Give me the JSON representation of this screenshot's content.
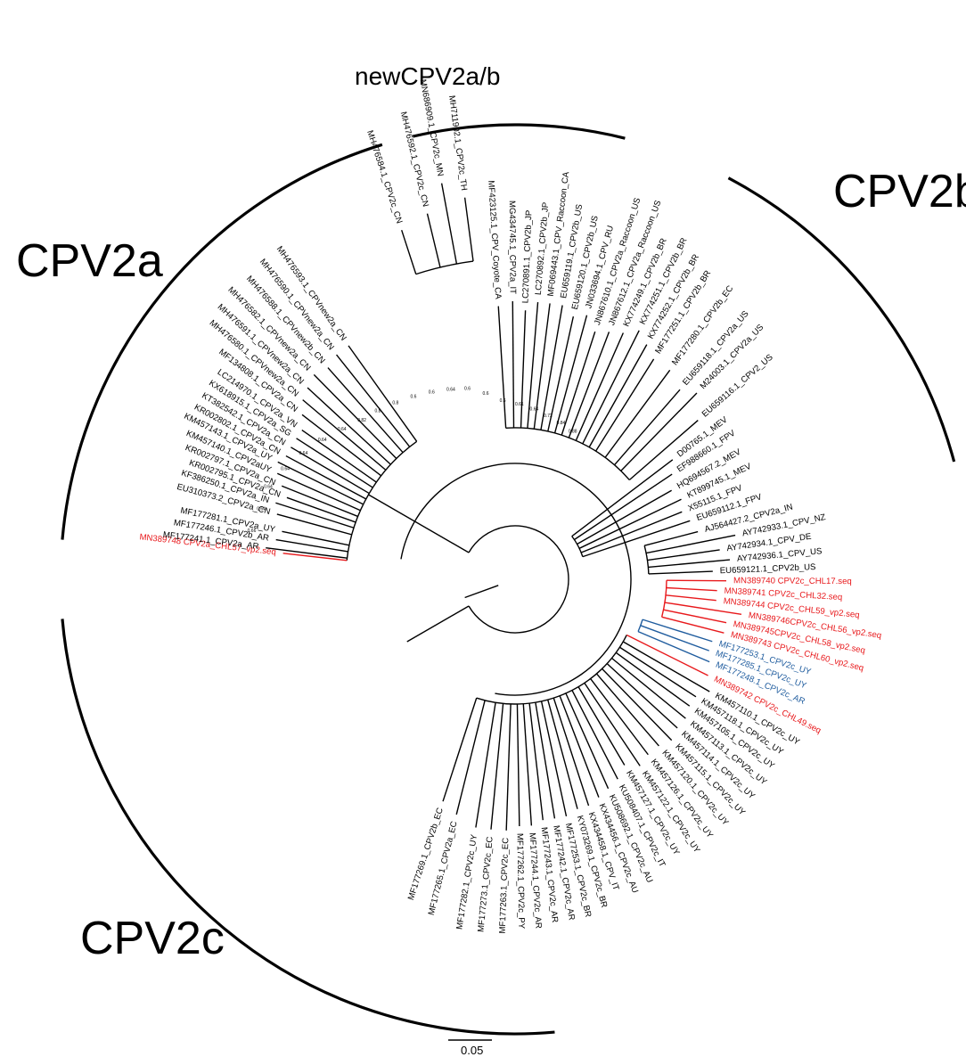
{
  "colors": {
    "default": "#000000",
    "sample": "#e8191c",
    "highlight": "#1f5c9e"
  },
  "clades": [
    {
      "name": "CPV2a",
      "label": "CPV2a"
    },
    {
      "name": "newCPV2a/b",
      "label": "newCPV2a/b"
    },
    {
      "name": "CPV2b",
      "label": "CPV2b"
    },
    {
      "name": "CPV2c",
      "label": "CPV2c"
    }
  ],
  "scale_bar": {
    "label": "0.05"
  },
  "support_values": [
    "0.66",
    "0.64",
    "0.64",
    "0.64",
    "0.64",
    "0.64",
    "0.64",
    "0.82",
    "0.8",
    "0.8",
    "0.6",
    "0.6",
    "0.64",
    "0.6",
    "0.6",
    "0.6",
    "0.61",
    "0.64",
    "0.72",
    "0.84",
    "0.88"
  ],
  "leaves": [
    {
      "label": "MN389748 CPV2a_CHL57_vp2.seq",
      "color": "sample"
    },
    {
      "label": "MF177241.1_CPV2a_AR",
      "color": "default"
    },
    {
      "label": "MF177246.1_CPV2b_AR",
      "color": "default"
    },
    {
      "label": "MF177281.1_CPV2a_UY",
      "color": "default"
    },
    {
      "label": "EU310373.2_CPV2a_CN",
      "color": "default"
    },
    {
      "label": "KF386250.1_CPV2a_IN",
      "color": "default"
    },
    {
      "label": "KR002795.1_CPV2a_CN",
      "color": "default"
    },
    {
      "label": "KR002797.1_CPV2a_CN",
      "color": "default"
    },
    {
      "label": "KM457140.1_CPV2aUY",
      "color": "default"
    },
    {
      "label": "KM457143.1_CPV2a_UY",
      "color": "default"
    },
    {
      "label": "KR002802.1_CPV2a_CN",
      "color": "default"
    },
    {
      "label": "KT382542.1_CPV2a_CN",
      "color": "default"
    },
    {
      "label": "KX618915.1_CPV2a_SG",
      "color": "default"
    },
    {
      "label": "LC214970.1_CPV2a_VN",
      "color": "default"
    },
    {
      "label": "MF134808.1_CPV2a_CN",
      "color": "default"
    },
    {
      "label": "MH476580.1_CPVnew2a_CN",
      "color": "default"
    },
    {
      "label": "MH476591.1_CPVnew2a_CN",
      "color": "default"
    },
    {
      "label": "MH476582.1_CPVnew2a_CN",
      "color": "default"
    },
    {
      "label": "MH476588.1_CPVnew2b_CN",
      "color": "default"
    },
    {
      "label": "MH476590.1_CPVnew2a_CN",
      "color": "default"
    },
    {
      "label": "MH476593.1_CPVnew2a_CN",
      "color": "default"
    },
    {
      "label": "MH476584.1_CPV2c_CN",
      "color": "default"
    },
    {
      "label": "MH476592.1_CPV2c_CN",
      "color": "default"
    },
    {
      "label": "MN686909.1_CPV2c_MN",
      "color": "default"
    },
    {
      "label": "MH711902.1_CPV2c_TH",
      "color": "default"
    },
    {
      "label": "MF423125.1_CPV_Coyote_CA",
      "color": "default"
    },
    {
      "label": "MG434745.1_CPV2a_IT",
      "color": "default"
    },
    {
      "label": "LC270891.1_CPV2b_JP",
      "color": "default"
    },
    {
      "label": "LC270892.1_CPV2b_JP",
      "color": "default"
    },
    {
      "label": "MF069443.1_CPV_Raccoon_CA",
      "color": "default"
    },
    {
      "label": "EU659119.1_CPV2b_US",
      "color": "default"
    },
    {
      "label": "EU659120.1_CPV2b_US",
      "color": "default"
    },
    {
      "label": "JN033694.1_CPV_RU",
      "color": "default"
    },
    {
      "label": "JN867610.1_CPV2a_Raccoon_US",
      "color": "default"
    },
    {
      "label": "JN867612.1_CPV2a_Raccoon_US",
      "color": "default"
    },
    {
      "label": "KX774249.1_CPV2b_BR",
      "color": "default"
    },
    {
      "label": "KX774251.1_CPV2b_BR",
      "color": "default"
    },
    {
      "label": "KX774252.1_CPV2b_BR",
      "color": "default"
    },
    {
      "label": "MF177251.1_CPV2b_BR",
      "color": "default"
    },
    {
      "label": "MF177280.1_CPV2b_EC",
      "color": "default"
    },
    {
      "label": "EU659118.1_CPV2a_US",
      "color": "default"
    },
    {
      "label": "M24003.1_CPV2a_US",
      "color": "default"
    },
    {
      "label": "EU659116.1_CPV2_US",
      "color": "default"
    },
    {
      "label": "D00765.1_MEV",
      "color": "default"
    },
    {
      "label": "EF988660.1_FPV",
      "color": "default"
    },
    {
      "label": "HQ694567.2_MEV",
      "color": "default"
    },
    {
      "label": "KT899745.1_MEV",
      "color": "default"
    },
    {
      "label": "X55115.1_FPV",
      "color": "default"
    },
    {
      "label": "EU659112.1_FPV",
      "color": "default"
    },
    {
      "label": "AJ564427.2_CPV2a_IN",
      "color": "default"
    },
    {
      "label": "AY742933.1_CPV_NZ",
      "color": "default"
    },
    {
      "label": "AY742934.1_CPV_DE",
      "color": "default"
    },
    {
      "label": "AY742936.1_CPV_US",
      "color": "default"
    },
    {
      "label": "EU659121.1_CPV2b_US",
      "color": "default"
    },
    {
      "label": "MN389740 CPV2c_CHL17.seq",
      "color": "sample"
    },
    {
      "label": "MN389741 CPV2c_CHL32.seq",
      "color": "sample"
    },
    {
      "label": "MN389744 CPV2c_CHL59_vp2.seq",
      "color": "sample"
    },
    {
      "label": "MN389746CPV2c_CHL56_vp2.seq",
      "color": "sample"
    },
    {
      "label": "MN389745CPV2c_CHL58_vp2.seq",
      "color": "sample"
    },
    {
      "label": "MN389743 CPV2c_CHL60_vp2.seq",
      "color": "sample"
    },
    {
      "label": "MF177253.1_CPV2c_UY",
      "color": "highlight"
    },
    {
      "label": "MF177285.1_CPV2c_UY",
      "color": "highlight"
    },
    {
      "label": "MF177248.1_CPV2c_AR",
      "color": "highlight"
    },
    {
      "label": "MN389742 CPV2c_CHL49.seq",
      "color": "sample"
    },
    {
      "label": "KM457110.1_CPV2c_UY",
      "color": "default"
    },
    {
      "label": "KM457118.1_CPV2c_UY",
      "color": "default"
    },
    {
      "label": "KM457105.1_CPV2c_UY",
      "color": "default"
    },
    {
      "label": "KM457113.1_CPV2c_UY",
      "color": "default"
    },
    {
      "label": "KM457114.1_CPV2c_UY",
      "color": "default"
    },
    {
      "label": "KM457115.1_CPV2c_UY",
      "color": "default"
    },
    {
      "label": "KM457120.1_CPV2c_UY",
      "color": "default"
    },
    {
      "label": "KM457126.1_CPV2c_UY",
      "color": "default"
    },
    {
      "label": "KM457122.1_CPV2c_UY",
      "color": "default"
    },
    {
      "label": "KM457127.1_CPV2c_UY",
      "color": "default"
    },
    {
      "label": "KU508407.1_CPV2c_IT",
      "color": "default"
    },
    {
      "label": "KU508692.1_CPV2c_AU",
      "color": "default"
    },
    {
      "label": "KX434456.1_CPV2c_AU",
      "color": "default"
    },
    {
      "label": "KX434458.1_CPV_IT",
      "color": "default"
    },
    {
      "label": "KY073269.1_CPV2c_BR",
      "color": "default"
    },
    {
      "label": "MF177253.1_CPV2c_BR",
      "color": "default"
    },
    {
      "label": "MF177242.1_CPV2c_AR",
      "color": "default"
    },
    {
      "label": "MF177243.1_CPV2c_AR",
      "color": "default"
    },
    {
      "label": "MF177244.1_CPV2c_AR",
      "color": "default"
    },
    {
      "label": "MF177262.1_CPV2c_PY",
      "color": "default"
    },
    {
      "label": "MF177263.1_CPV2c_EC",
      "color": "default"
    },
    {
      "label": "MF177273.1_CPV2c_EC",
      "color": "default"
    },
    {
      "label": "MF177282.1_CPV2c_UY",
      "color": "default"
    },
    {
      "label": "MF177265.1_CPV2a_EC",
      "color": "default"
    },
    {
      "label": "MF177269.1_CPV2b_EC",
      "color": "default"
    }
  ]
}
